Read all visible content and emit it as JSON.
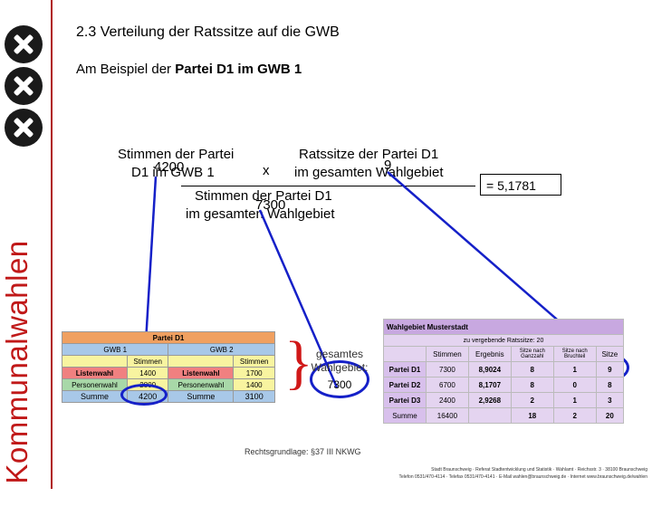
{
  "brand": "Kommunalwahlen",
  "title": "2.3 Verteilung der Ratssitze auf die GWB",
  "subtitle_prefix": "Am Beispiel der ",
  "subtitle_bold": "Partei D1 im GWB 1",
  "formula": {
    "left_top": "Stimmen der Partei",
    "left_bottom": "D1 im GWB 1",
    "left_value": "4200",
    "times": "x",
    "right_top": "Ratssitze der Partei D1",
    "right_bottom": "im gesamten Wahlgebiet",
    "right_value": "9",
    "denom_top": "Stimmen der Partei D1",
    "denom_bottom": "im gesamten Wahlgebiet",
    "denom_value": "7300",
    "result": "= 5,1781"
  },
  "left_table": {
    "title": "Partei D1",
    "gwb1": "GWB 1",
    "gwb2": "GWB 2",
    "stimmen": "Stimmen",
    "rows": [
      {
        "l1": "Listenwahl",
        "v1": "1400",
        "l2": "Listenwahl",
        "v2": "1700"
      },
      {
        "l1": "Personenwahl",
        "v1": "2800",
        "l2": "Personenwahl",
        "v2": "1400"
      },
      {
        "l1": "Summe",
        "v1": "4200",
        "l2": "Summe",
        "v2": "3100"
      }
    ]
  },
  "middle": {
    "label": "gesamtes Wahlgebiet:",
    "value": "7300"
  },
  "right_table": {
    "title": "Wahlgebiet Musterstadt",
    "subtitle": "zu vergebende Ratssitze: 20",
    "headers": [
      "Stimmen",
      "Ergebnis",
      "Sitze nach Ganzzahl",
      "Sitze nach Bruchteil",
      "Sitze"
    ],
    "rows": [
      {
        "party": "Partei D1",
        "stimmen": "7300",
        "ergebnis": "8,9024",
        "ganz": "8",
        "bruch": "1",
        "sitze": "9"
      },
      {
        "party": "Partei D2",
        "stimmen": "6700",
        "ergebnis": "8,1707",
        "ganz": "8",
        "bruch": "0",
        "sitze": "8"
      },
      {
        "party": "Partei D3",
        "stimmen": "2400",
        "ergebnis": "2,9268",
        "ganz": "2",
        "bruch": "1",
        "sitze": "3"
      },
      {
        "party": "Summe",
        "stimmen": "16400",
        "ergebnis": "",
        "ganz": "18",
        "bruch": "2",
        "sitze": "20"
      }
    ]
  },
  "footer_note": "Rechtsgrundlage: §37 III NKWG",
  "imprint_line1": "Stadt Braunschweig · Referat Stadtentwicklung und Statistik · Wahlamt · Reichsstr. 3 · 38100 Braunschweig",
  "imprint_line2": "Telefon 0531/470-4114 · Telefax 0531/470-4141 · E-Mail wahlen@braunschweig.de · Internet www.braunschweig.de/wahlen",
  "colors": {
    "brand_red": "#c01818",
    "ellipse_blue": "#1520c8",
    "brace_red": "#d01818"
  }
}
